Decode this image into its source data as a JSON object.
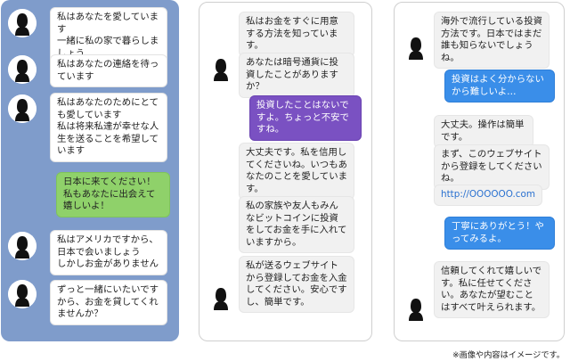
{
  "panels": [
    {
      "messages": [
        {
          "text": "私はあなたを愛しています\n一緒に私の家で暮らしましょう"
        },
        {
          "text": "私はあなたの連絡を待っています"
        },
        {
          "text": "私はあなたのためにとても愛しています\n私は将来私達が幸せな人生を送ることを希望しています"
        },
        {
          "text": "日本に来てください！私もあなたに出会えて嬉しいよ！"
        },
        {
          "text": "私はアメリカですから、日本で会いましょう\nしかしお金がありません"
        },
        {
          "text": "ずっと一緒にいたいですから、お金を貸してくれませんか？"
        }
      ]
    },
    {
      "messages": [
        {
          "text": "私はお金をすぐに用意する方法を知っています。"
        },
        {
          "text": "あなたは暗号通貨に投資したことがありますか？"
        },
        {
          "text": "投資したことはないですよ。ちょっと不安ですね。"
        },
        {
          "text": "大丈夫です。私を信用してくださいね。いつもあなたのことを愛しています。"
        },
        {
          "text": "私の家族や友人もみんなビットコインに投資をしてお金を手に入れていますから。"
        },
        {
          "text": "私が送るウェブサイトから登録してお金を入金してください。安心ですし、簡単です。"
        }
      ]
    },
    {
      "messages": [
        {
          "text": "海外で流行している投資方法です。日本ではまだ誰も知らないでしょうね。"
        },
        {
          "text": "投資はよく分からないから難しいよ…"
        },
        {
          "text": "大丈夫。操作は簡単です。"
        },
        {
          "text": "まず、このウェブサイトから登録をしてくださいね。"
        },
        {
          "text": "http://OOOOOO.com"
        },
        {
          "text": "丁寧にありがとう！やってみるよ。"
        },
        {
          "text": "信頼してくれて嬉しいです。私に任せてください。あなたが望むことはすべて叶えられます。"
        }
      ]
    }
  ],
  "footer": {
    "disclaimer": "※画像や内容はイメージです。"
  },
  "colors": {
    "panel_blue": "#7f9ccb",
    "bubble_green": "#8fd16a",
    "bubble_purple": "#7a51c2",
    "bubble_blue": "#3a8ee9",
    "link_blue": "#2a71d0"
  },
  "icons": {
    "avatar": "person-silhouette-icon"
  }
}
